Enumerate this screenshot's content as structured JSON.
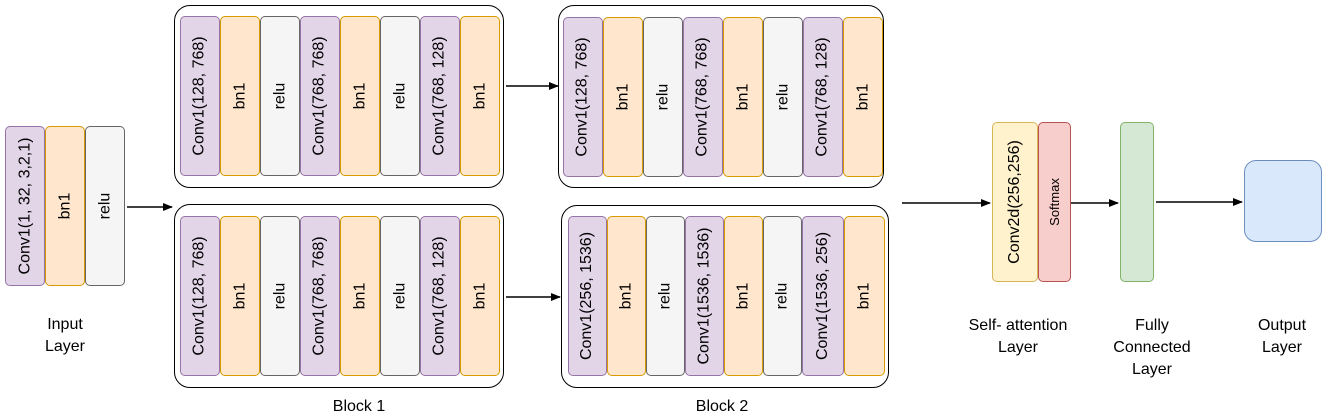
{
  "input_layer": {
    "caption_line1": "Input",
    "caption_line2": "Layer",
    "layers": [
      "Conv1(1, 32, 3,2,1)",
      "bn1",
      "relu"
    ]
  },
  "block1": {
    "caption": "Block 1",
    "top_layers": [
      "Conv1(128, 768)",
      "bn1",
      "relu",
      "Conv1(768, 768)",
      "bn1",
      "relu",
      "Conv1(768, 128)",
      "bn1"
    ],
    "bottom_layers": [
      "Conv1(128, 768)",
      "bn1",
      "relu",
      "Conv1(768, 768)",
      "bn1",
      "relu",
      "Conv1(768, 128)",
      "bn1"
    ]
  },
  "block2": {
    "caption": "Block 2",
    "top_layers": [
      "Conv1(128, 768)",
      "bn1",
      "relu",
      "Conv1(768, 768)",
      "bn1",
      "relu",
      "Conv1(768, 128)",
      "bn1"
    ],
    "bottom_layers": [
      "Conv1(256, 1536)",
      "bn1",
      "relu",
      "Conv1(1536, 1536)",
      "bn1",
      "relu",
      "Conv1(1536, 256)",
      "bn1"
    ]
  },
  "self_attention": {
    "caption_line1": "Self- attention",
    "caption_line2": "Layer",
    "conv_label": "Conv2d(256,256)",
    "softmax_label": "Softmax"
  },
  "fully_connected": {
    "caption_line1": "Fully",
    "caption_line2": "Connected",
    "caption_line3": "Layer"
  },
  "output_layer": {
    "caption_line1": "Output",
    "caption_line2": "Layer"
  },
  "colors": {
    "conv_fill": "#e1d5e7",
    "conv_stroke": "#9673a6",
    "bn_fill": "#ffe6cc",
    "bn_stroke": "#d79b00",
    "relu_fill": "#f5f5f5",
    "relu_stroke": "#666666",
    "attention_fill": "#fff2cc",
    "softmax_fill": "#f8cecc",
    "fc_fill": "#d5e8d4",
    "output_fill": "#dae8fc"
  }
}
